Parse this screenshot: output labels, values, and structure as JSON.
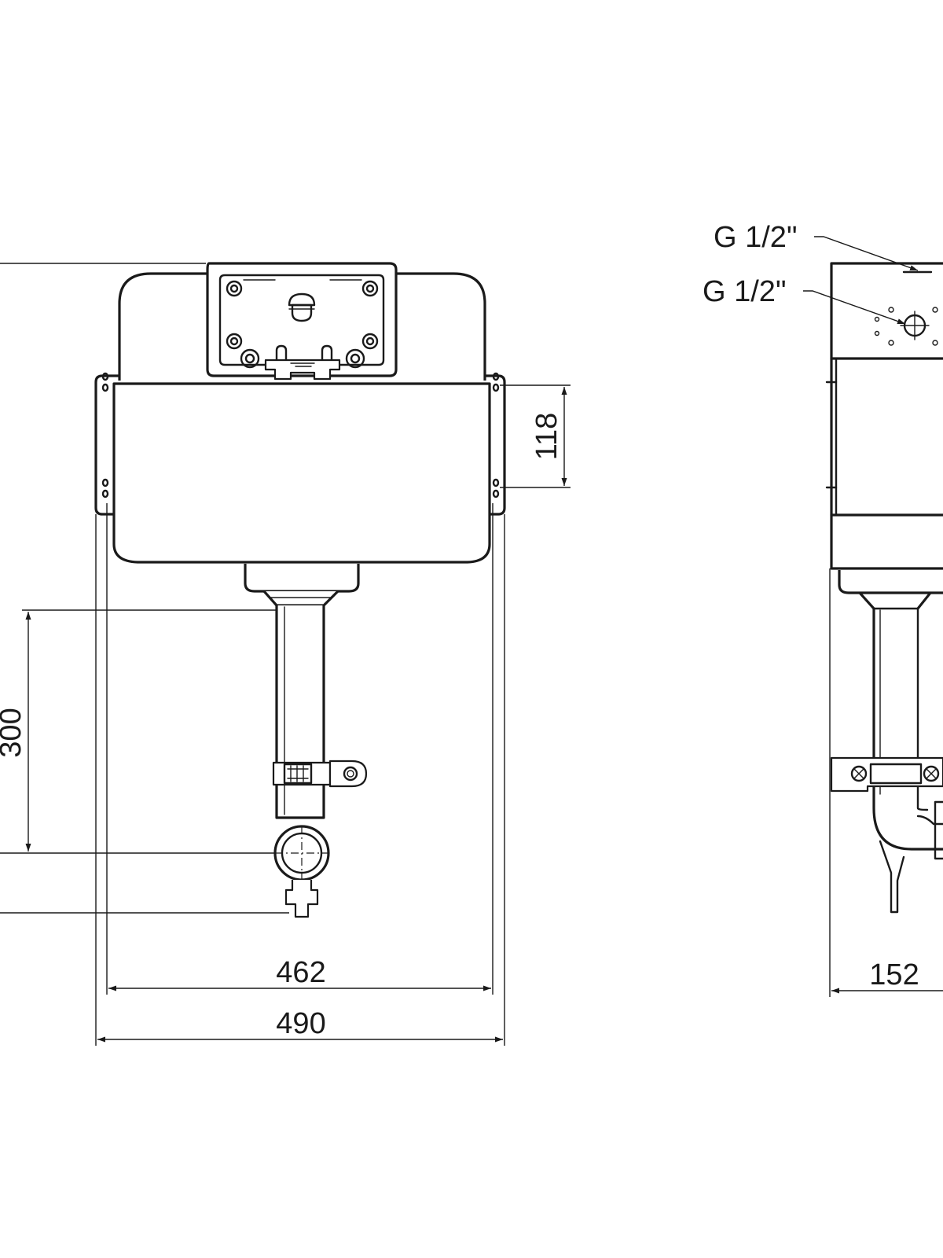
{
  "front_view": {
    "dim_width_inner": "462",
    "dim_width_outer": "490",
    "dim_bracket_spacing": "118",
    "dim_drain_height": "300"
  },
  "side_view": {
    "dim_depth": "152",
    "label_inlet_top": "G 1/2\"",
    "label_inlet_side": "G 1/2\""
  },
  "colors": {
    "line": "#1a1a1a",
    "background": "#ffffff"
  }
}
